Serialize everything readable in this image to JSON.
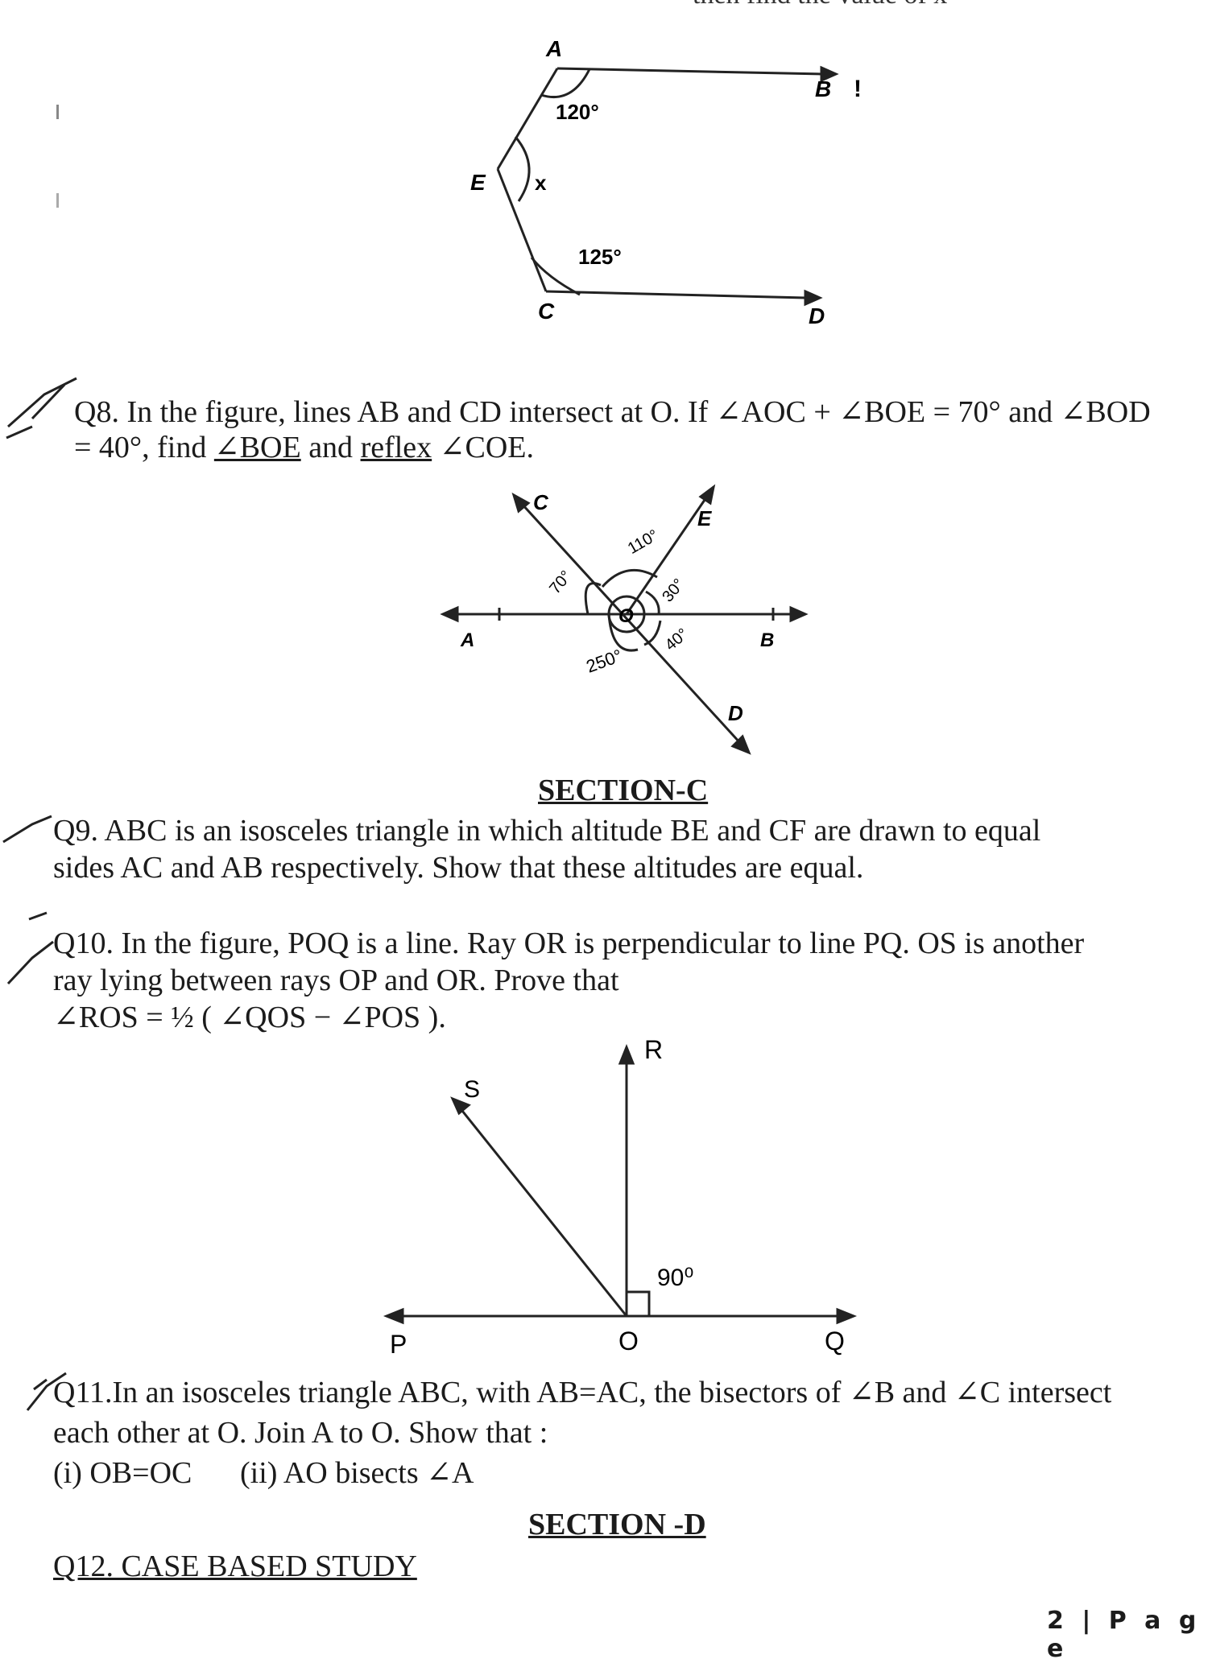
{
  "top_cut_line": "then find the value of x",
  "fig7": {
    "A": "A",
    "B": "B",
    "C": "C",
    "D": "D",
    "E": "E",
    "x": "x",
    "a1": "120°",
    "a2": "125°"
  },
  "q8": {
    "line1": "Q8. In the figure, lines AB and CD intersect at O. If ∠AOC + ∠BOE = 70° and ∠BOD",
    "line2_a": "= 40°, find ",
    "line2_b": "∠BOE",
    "line2_c": " and ",
    "line2_d": "reflex",
    "line2_e": " ∠COE."
  },
  "fig8": {
    "A": "A",
    "B": "B",
    "C": "C",
    "D": "D",
    "E": "E",
    "O": "O",
    "a70": "70°",
    "a110": "110°",
    "a30": "30°",
    "a40": "40°",
    "a250": "250°"
  },
  "section_c": "SECTION-C",
  "q9": {
    "line1": "Q9. ABC  is an isosceles triangle in which altitude BE and CF are drawn to equal",
    "line2": "sides AC and AB respectively. Show that these altitudes are equal."
  },
  "q10": {
    "line1": "Q10. In the figure, POQ is a line. Ray OR is perpendicular to line PQ. OS is another",
    "line2": "ray lying between rays OP and OR. Prove that",
    "line3": "∠ROS = ½ ( ∠QOS − ∠POS )."
  },
  "fig10": {
    "P": "P",
    "O": "O",
    "Q": "Q",
    "R": "R",
    "S": "S",
    "angle": "90⁰"
  },
  "q11": {
    "line1": "Q11.In an isosceles triangle ABC, with AB=AC, the bisectors of ∠B and ∠C intersect",
    "line2": "each other at O. Join A to O. Show that :",
    "line3a": "(i) OB=OC",
    "line3b": "(ii) AO bisects ∠A"
  },
  "section_d": "SECTION -D",
  "q12": "Q12. CASE BASED STUDY",
  "page_no": "2 | P a g e"
}
